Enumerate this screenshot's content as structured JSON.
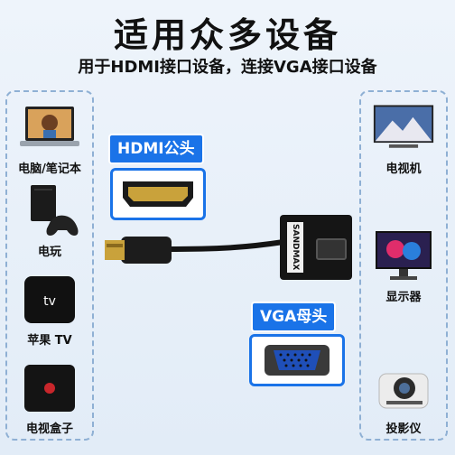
{
  "header": {
    "title": "适用众多设备",
    "subtitle": "用于HDMI接口设备，连接VGA接口设备"
  },
  "left_devices": [
    {
      "label": "电脑/笔记本",
      "icon": "laptop-icon"
    },
    {
      "label": "电玩",
      "icon": "game-console-icon"
    },
    {
      "label": "苹果 TV",
      "icon": "apple-tv-icon"
    },
    {
      "label": "电视盒子",
      "icon": "tv-box-icon"
    }
  ],
  "right_devices": [
    {
      "label": "电视机",
      "icon": "television-icon"
    },
    {
      "label": "显示器",
      "icon": "monitor-icon"
    },
    {
      "label": "投影仪",
      "icon": "projector-icon"
    }
  ],
  "hdmi": {
    "tag": "HDMI公头"
  },
  "vga": {
    "tag": "VGA母头"
  },
  "adapter": {
    "brand": "SANDMAX",
    "apple_tv_text": "tv"
  },
  "colors": {
    "accent": "#1a73e8",
    "dashed_border": "#8fb0d4",
    "background": "#e8f0f9"
  }
}
